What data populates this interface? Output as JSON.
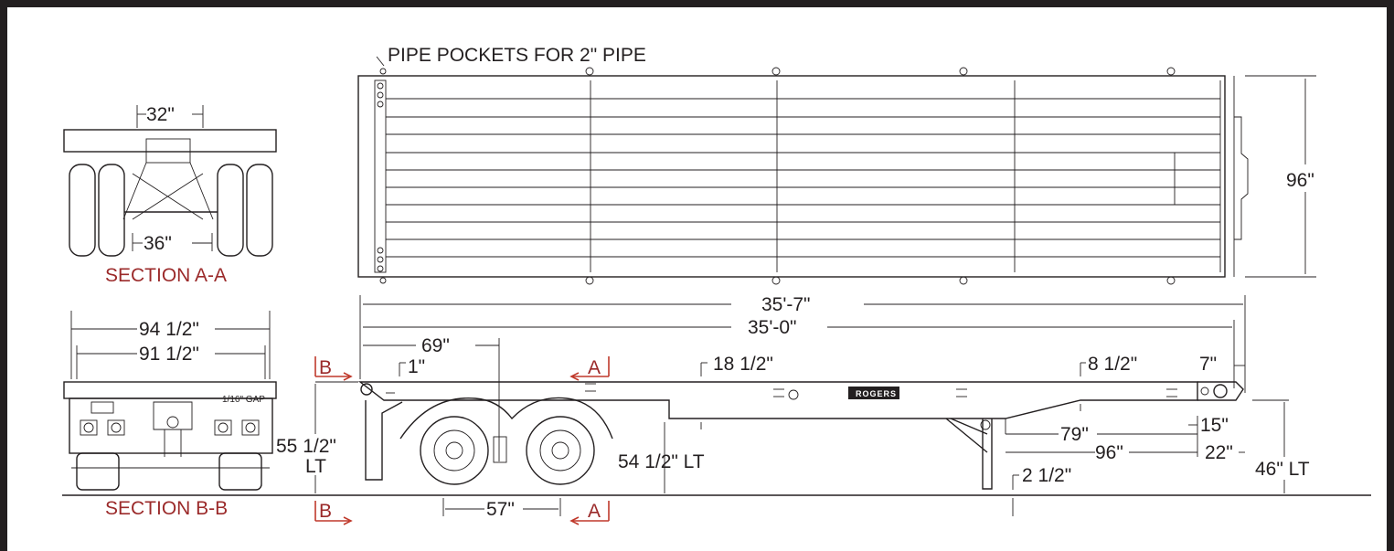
{
  "top_view": {
    "pipe_pockets_label": "PIPE POCKETS FOR 2\" PIPE",
    "width_dim": "96\""
  },
  "section_a": {
    "title": "SECTION A-A",
    "top_dim": "32\"",
    "bottom_dim": "36\""
  },
  "section_b": {
    "title": "SECTION B-B",
    "outer_dim": "94 1/2\"",
    "inner_dim": "91 1/2\"",
    "gap_note": "1/16\" GAP"
  },
  "side_view": {
    "overall_length": "35'-7\"",
    "deck_length": "35'-0\"",
    "axle_dim": "69\"",
    "kingpin_offset": "1\"",
    "main_deck_height": "18 1/2\"",
    "gooseneck_height": "8 1/2\"",
    "front_dim": "7\"",
    "dim_79": "79\"",
    "dim_15": "15\"",
    "dim_96": "96\"",
    "dim_22": "22\"",
    "front_height": "46\" LT",
    "rear_height_line1": "55 1/2\"",
    "rear_height_line2": "LT",
    "deck_height_at_axle": "54 1/2\" LT",
    "landing_gear_dim": "2 1/2\"",
    "axle_spread": "57\"",
    "logo": "ROGERS",
    "section_marker_a": "A",
    "section_marker_b": "B"
  },
  "colors": {
    "line": "#231f20",
    "section_text": "#9b2a2a",
    "section_arrow": "#c0392b"
  }
}
